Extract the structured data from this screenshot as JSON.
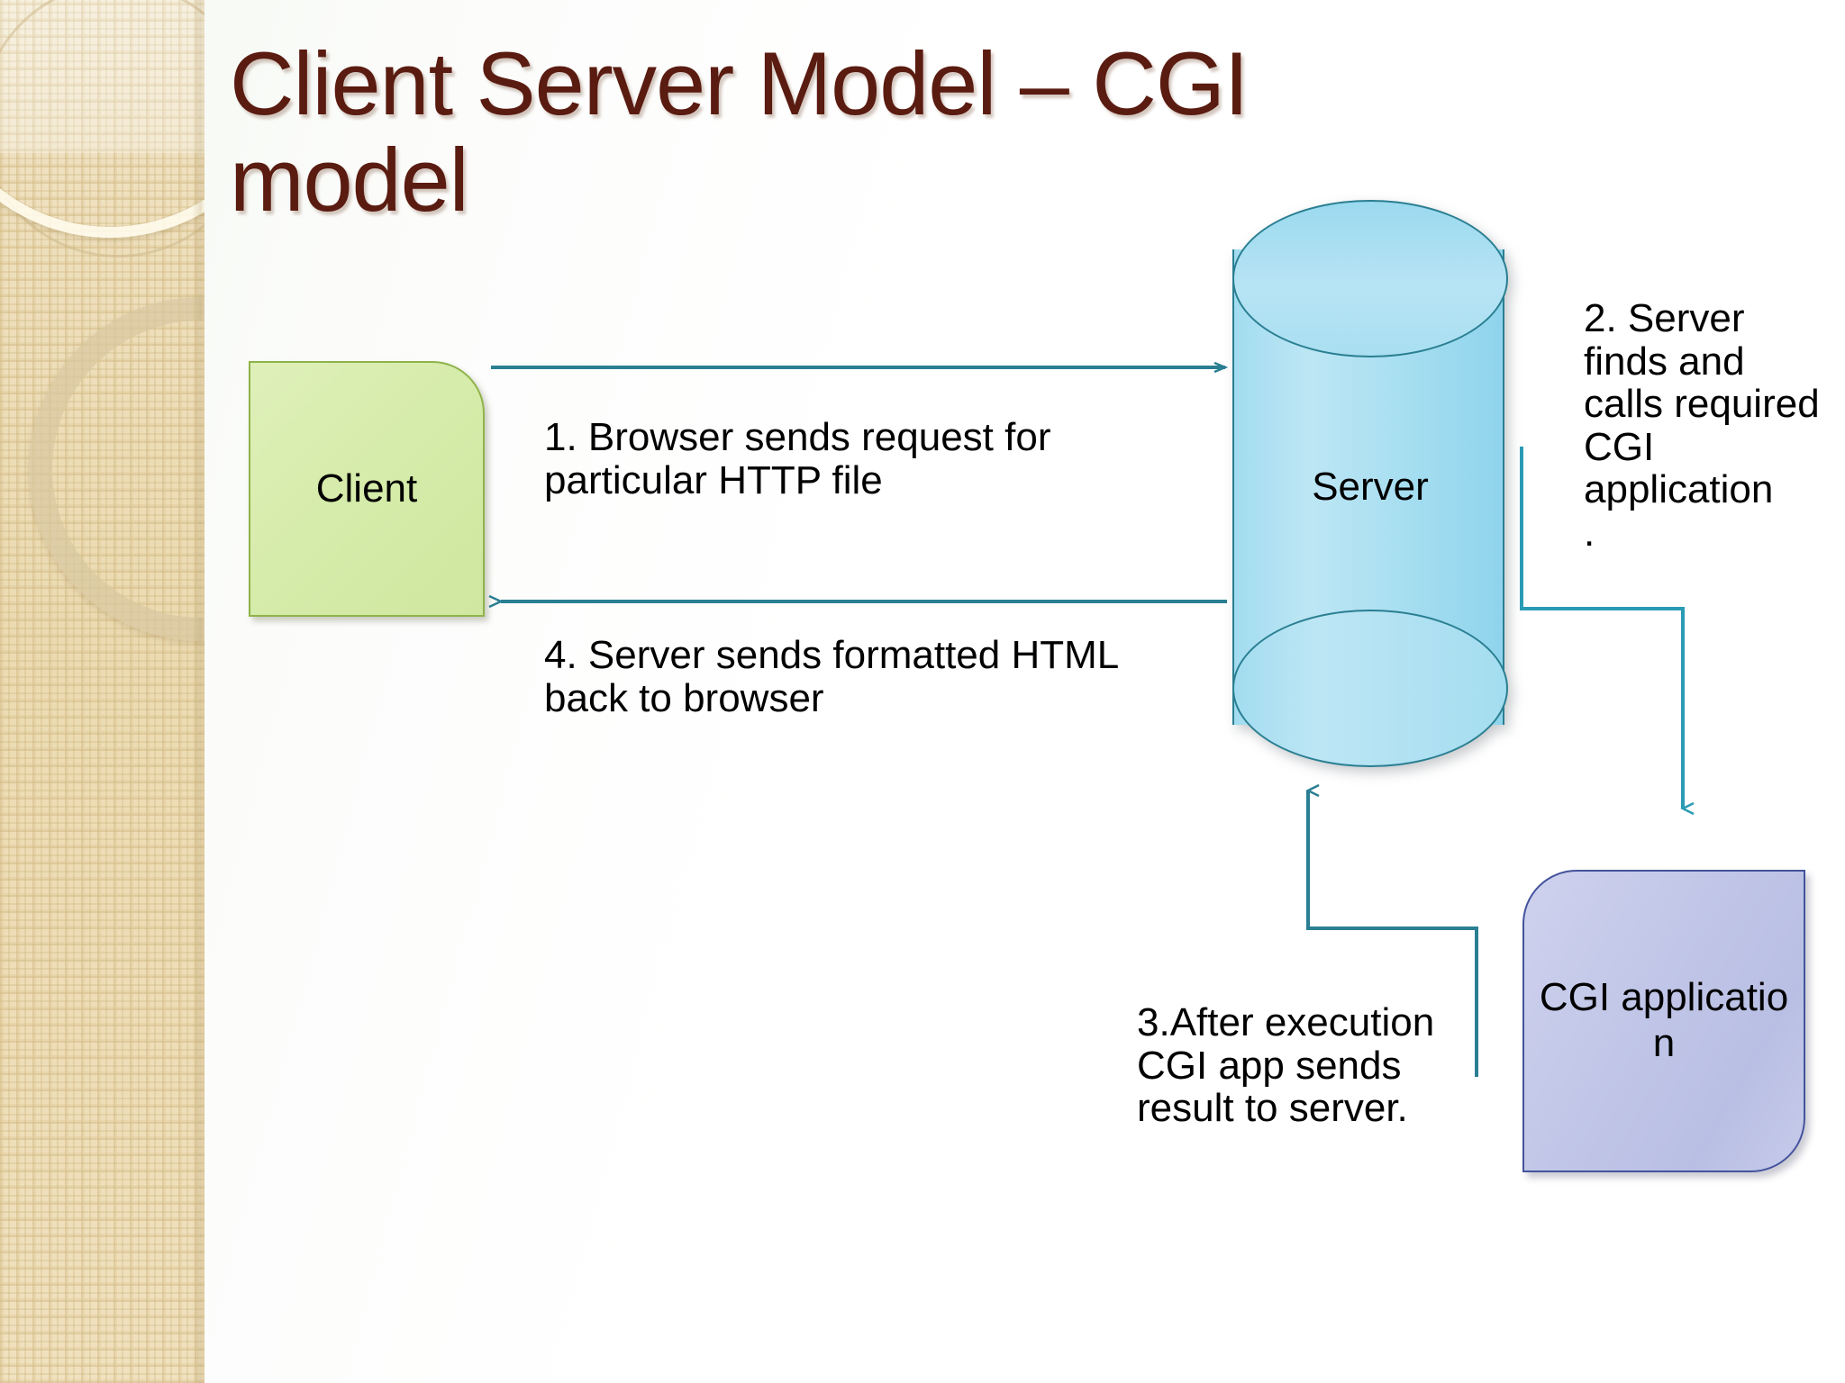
{
  "slide": {
    "title": "Client Server Model – CGI model",
    "title_color": "#5a1b10",
    "accent_arrow_color": "#2a7f92"
  },
  "nodes": {
    "client": {
      "label": "Client",
      "fill": "#d6ecab",
      "stroke": "#8fb34a"
    },
    "server": {
      "label": "Server",
      "fill": "#a9dff1",
      "stroke": "#2a7f92"
    },
    "cgi_application": {
      "label": "CGI applicatio n",
      "fill": "#c2c7e8",
      "stroke": "#44539c"
    }
  },
  "steps": {
    "step1": "1. Browser sends request for particular HTTP file",
    "step2_text": "2. Server finds and calls required CGI application",
    "step2_period": ".",
    "step3": "3.After execution CGI app sends result to server.",
    "step4": "4. Server sends formatted HTML back to browser"
  }
}
